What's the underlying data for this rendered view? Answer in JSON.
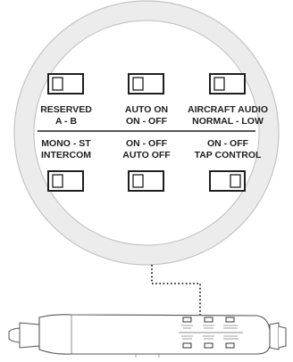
{
  "top_row": [
    {
      "line1": "RESERVED",
      "line2": "A - B",
      "switch": "left"
    },
    {
      "line1": "AUTO ON",
      "line2": "ON - OFF",
      "switch": "left"
    },
    {
      "line1": "AIRCRAFT AUDIO",
      "line2": "NORMAL - LOW",
      "switch": "left"
    }
  ],
  "bottom_row": [
    {
      "line1": "MONO - ST",
      "line2": "INTERCOM",
      "switch": "left"
    },
    {
      "line1": "ON - OFF",
      "line2": "AUTO OFF",
      "switch": "left"
    },
    {
      "line1": "ON - OFF",
      "line2": "TAP CONTROL",
      "switch": "right"
    }
  ]
}
